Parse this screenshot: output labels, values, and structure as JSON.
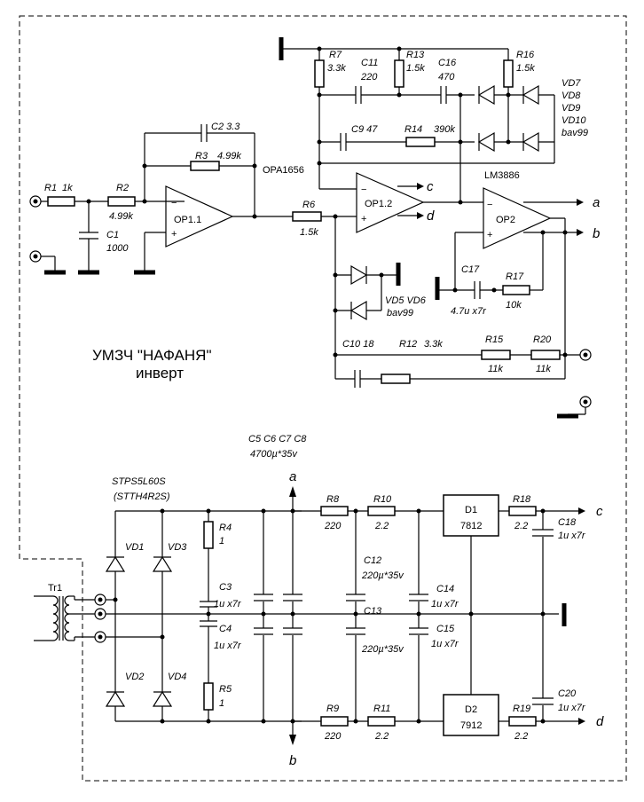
{
  "title": {
    "line1": "УМЗЧ \"НАФАНЯ\"",
    "line2": "инверт"
  },
  "opamps": {
    "op11": "OP1.1",
    "op12": "OP1.2",
    "op2": "OP2",
    "opa": "OPA1656",
    "lm": "LM3886"
  },
  "signs": {
    "minus": "−",
    "plus": "+"
  },
  "resistors": {
    "R1": "R1",
    "R1v": "1k",
    "R2": "R2",
    "R2v": "4.99k",
    "R3": "R3",
    "R3v": "4.99k",
    "R6": "R6",
    "R6v": "1.5k",
    "R7": "R7",
    "R7v": "3.3k",
    "R13": "R13",
    "R13v": "1.5k",
    "R14": "R14",
    "R14v": "390k",
    "R16": "R16",
    "R16v": "1.5k",
    "R17": "R17",
    "R17v": "10k",
    "R12": "R12",
    "R12v": "3.3k",
    "R15": "R15",
    "R15v": "11k",
    "R20": "R20",
    "R20v": "11k",
    "R4": "R4",
    "R4v": "1",
    "R5": "R5",
    "R5v": "1",
    "R8": "R8",
    "R8v": "220",
    "R9": "R9",
    "R9v": "220",
    "R10": "R10",
    "R10v": "2.2",
    "R11": "R11",
    "R11v": "2.2",
    "R18": "R18",
    "R18v": "2.2",
    "R19": "R19",
    "R19v": "2.2"
  },
  "capacitors": {
    "C1": "C1",
    "C1v": "1000",
    "C2": "C2  3.3",
    "C9": "C9  47",
    "C10": "C10  18",
    "C11": "C11",
    "C11v": "220",
    "C16": "C16",
    "C16v": "470",
    "C17": "C17",
    "C17v": "4.7u x7r",
    "C3": "C3",
    "C3v": "1u x7r",
    "C4": "C4",
    "C4v": "1u x7r",
    "C5to8": "C5 C6 C7 C8",
    "C5to8v": "4700µ*35v",
    "C12": "C12",
    "C12v": "220µ*35v",
    "C13": "C13",
    "C13v": "220µ*35v",
    "C14": "C14",
    "C14v": "1u x7r",
    "C15": "C15",
    "C15v": "1u x7r",
    "C18": "C18",
    "C18v": "1u x7r",
    "C20": "C20",
    "C20v": "1u x7r"
  },
  "diodes": {
    "vd7": "VD7",
    "vd8": "VD8",
    "vd9": "VD9",
    "vd10": "VD10",
    "bav": "bav99",
    "vd56": "VD5  VD6",
    "bav2": "bav99",
    "vd1": "VD1",
    "vd2": "VD2",
    "vd3": "VD3",
    "vd4": "VD4",
    "stps": "STPS5L60S",
    "stth": "(STTH4R2S)"
  },
  "regulators": {
    "d1": "D1",
    "d1v": "7812",
    "d2": "D2",
    "d2v": "7912"
  },
  "transformer": "Tr1",
  "io": {
    "a": "a",
    "b": "b",
    "c": "c",
    "d": "d"
  }
}
